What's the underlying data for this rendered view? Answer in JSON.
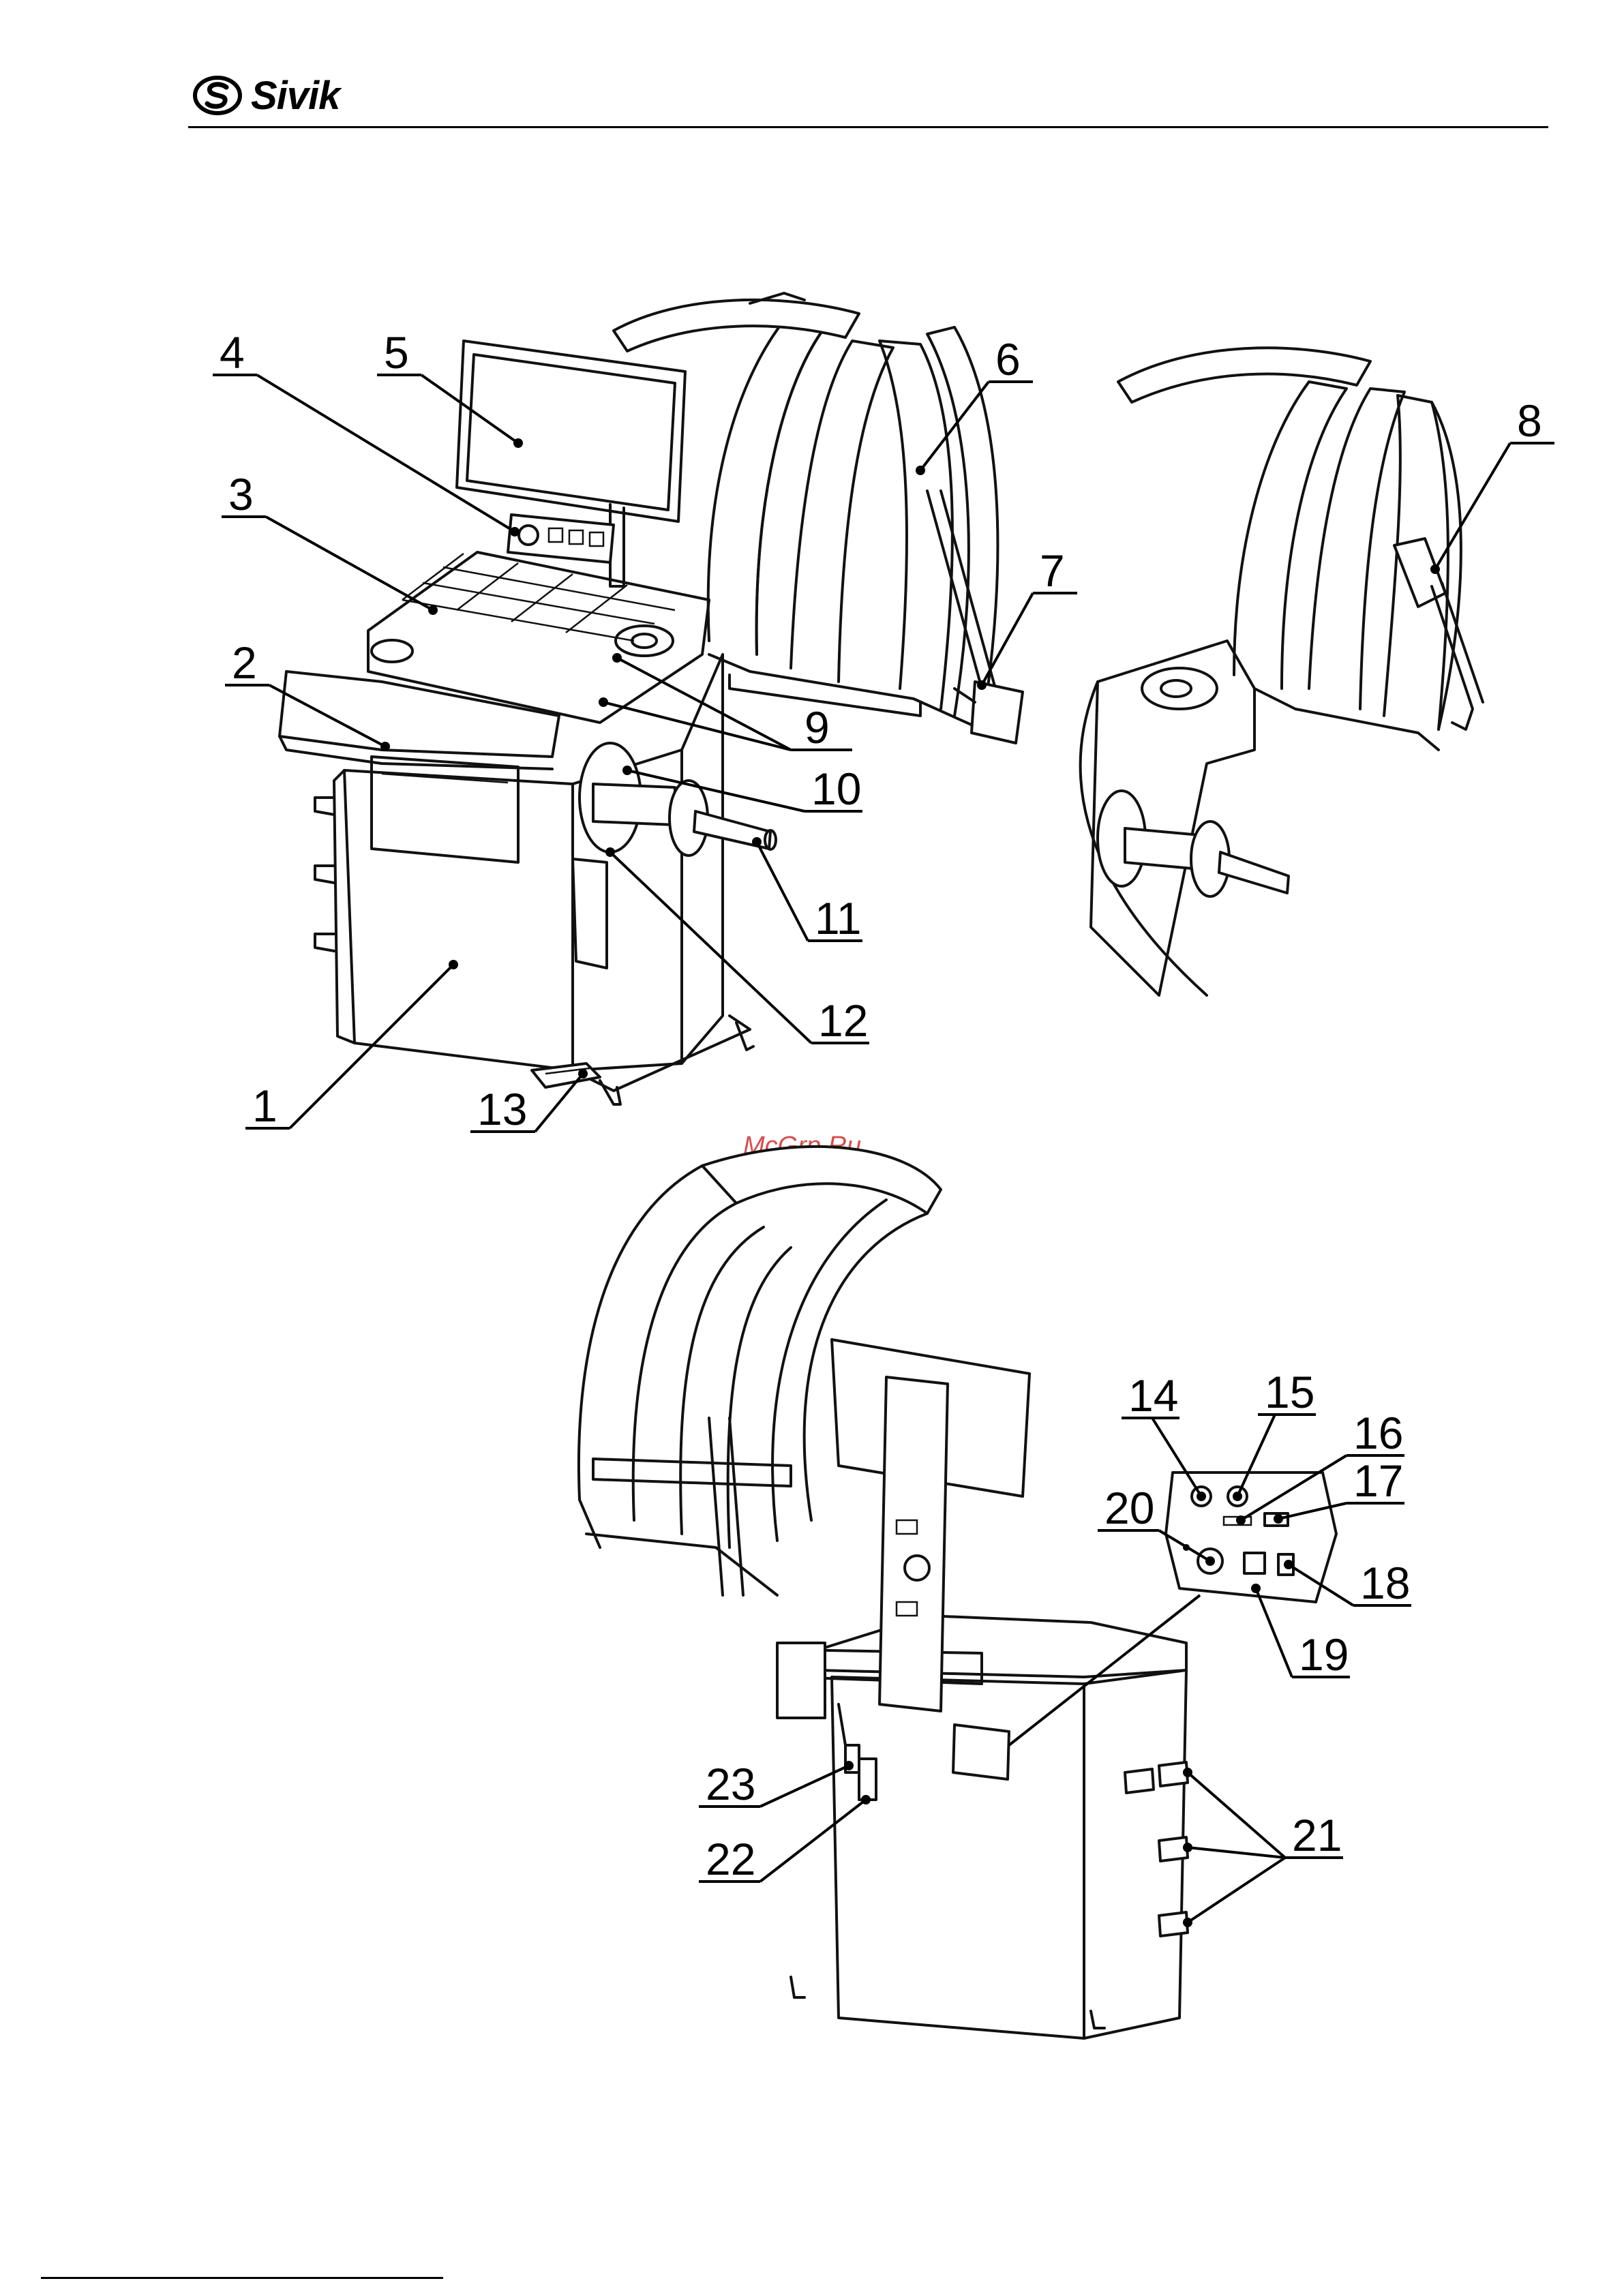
{
  "header": {
    "brand_name": "Sivik",
    "logo_icon": "sivik-s-logo-icon"
  },
  "watermark": "McGrp.Ru",
  "callouts": [
    {
      "id": "1",
      "label": "1"
    },
    {
      "id": "2",
      "label": "2"
    },
    {
      "id": "3",
      "label": "3"
    },
    {
      "id": "4",
      "label": "4"
    },
    {
      "id": "5",
      "label": "5"
    },
    {
      "id": "6",
      "label": "6"
    },
    {
      "id": "7",
      "label": "7"
    },
    {
      "id": "8",
      "label": "8"
    },
    {
      "id": "9",
      "label": "9"
    },
    {
      "id": "10",
      "label": "10"
    },
    {
      "id": "11",
      "label": "11"
    },
    {
      "id": "12",
      "label": "12"
    },
    {
      "id": "13",
      "label": "13"
    },
    {
      "id": "14",
      "label": "14"
    },
    {
      "id": "15",
      "label": "15"
    },
    {
      "id": "16",
      "label": "16"
    },
    {
      "id": "17",
      "label": "17"
    },
    {
      "id": "18",
      "label": "18"
    },
    {
      "id": "19",
      "label": "19"
    },
    {
      "id": "20",
      "label": "20"
    },
    {
      "id": "21",
      "label": "21"
    },
    {
      "id": "22",
      "label": "22"
    },
    {
      "id": "23",
      "label": "23"
    }
  ]
}
